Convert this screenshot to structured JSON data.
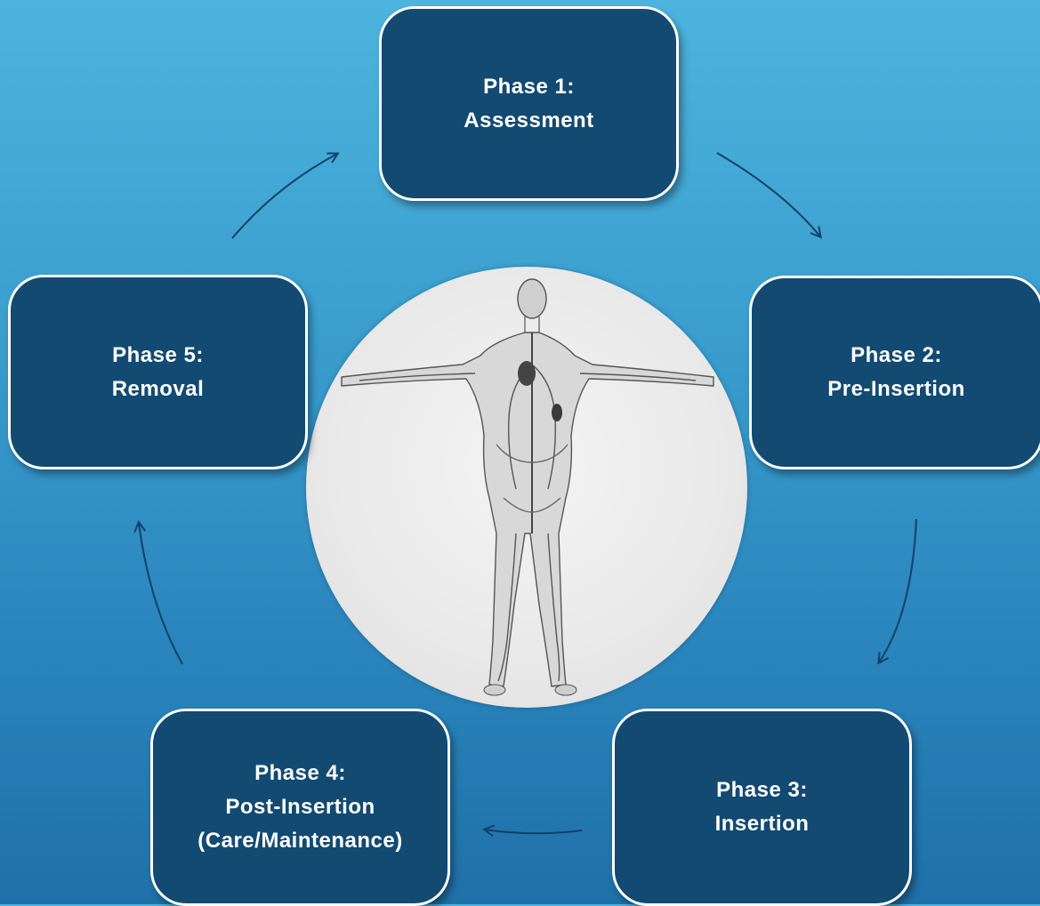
{
  "phases": [
    {
      "line1": "Phase 1:",
      "line2": "Assessment"
    },
    {
      "line1": "Phase 2:",
      "line2": "Pre-Insertion"
    },
    {
      "line1": "Phase 3:",
      "line2": "Insertion"
    },
    {
      "line1": "Phase 4:",
      "line2": "Post-Insertion",
      "line3": "(Care/Maintenance)"
    },
    {
      "line1": "Phase 5:",
      "line2": "Removal"
    }
  ],
  "colors": {
    "box_fill": "#124a72",
    "box_border": "#ffffff",
    "arrow": "#10406a",
    "background_top": "#4cb4de",
    "background_bottom": "#1f70a8"
  },
  "center_image": {
    "subject": "human-body-anatomy-illustration"
  }
}
